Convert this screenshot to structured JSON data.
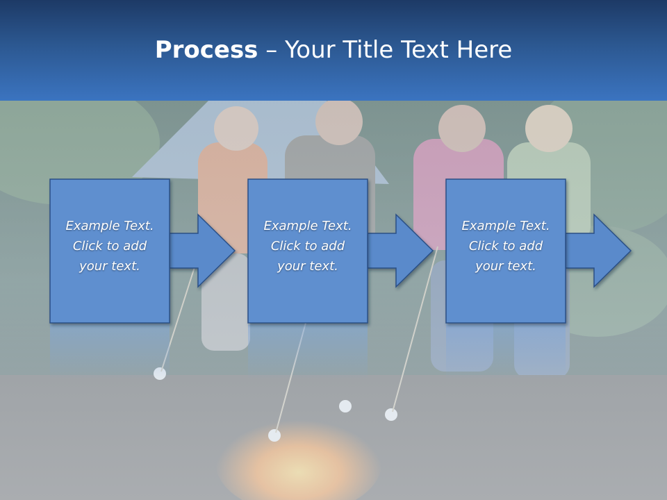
{
  "title": {
    "bold": "Process",
    "rest": " – Your Title Text Here"
  },
  "steps": [
    {
      "lines": [
        "Example Text.",
        "Click  to add",
        "your text."
      ]
    },
    {
      "lines": [
        "Example Text.",
        "Click  to add",
        "your text."
      ]
    },
    {
      "lines": [
        "Example Text.",
        "Click  to add",
        "your text."
      ]
    }
  ],
  "colors": {
    "header_dark": "#1d3a66",
    "header_light": "#3b74c0",
    "box_fill": "#5f8fcf",
    "box_border": "#2a4f86",
    "arrow_fill": "#5a8acb"
  }
}
